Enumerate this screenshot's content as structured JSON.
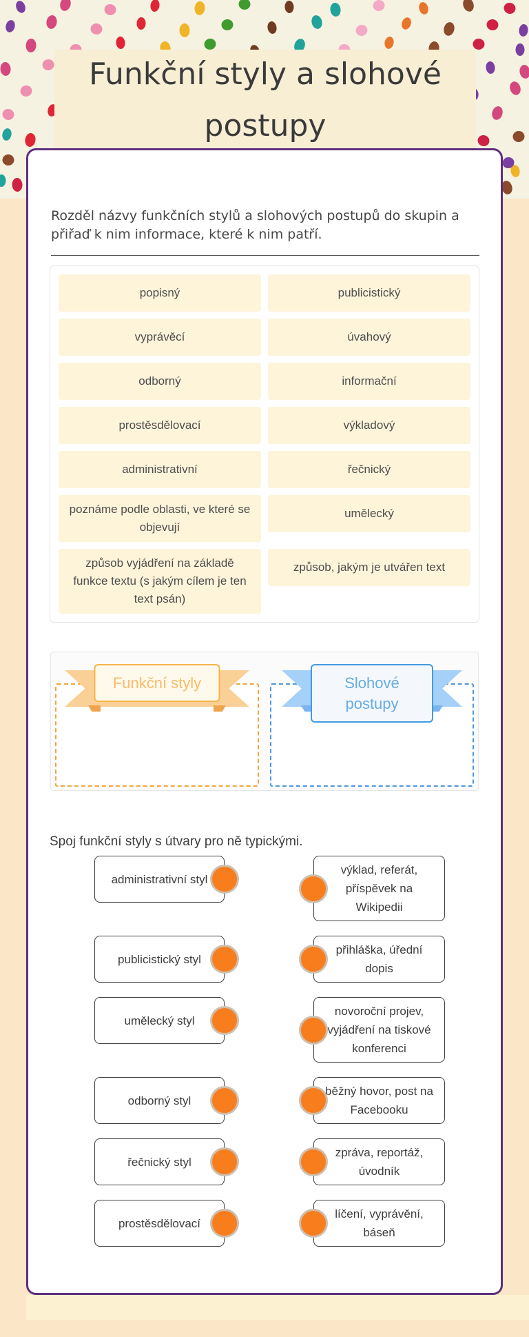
{
  "page": {
    "background_color": "#fbe7c7",
    "bottom_strip_color": "#fcf2d1"
  },
  "header": {
    "title_line1": "Funkční styly a slohové",
    "title_line2": "postupy",
    "band_background": "#f6f2e1",
    "title_panel_background": "#f8eed3",
    "title_color": "#3a3a3a",
    "confetti_colors": [
      "#e02537",
      "#8a4a2b",
      "#3f9b2e",
      "#7b3fa0",
      "#1fa39b",
      "#ef8fb0",
      "#e8762a",
      "#f0b429",
      "#cf2144",
      "#6f3b22",
      "#d4487e",
      "#f4aac6"
    ]
  },
  "card": {
    "border_color": "#5f2e7e",
    "background": "#ffffff"
  },
  "section1": {
    "instruction_line1": "Rozděl názvy funkčních stylů a slohových postupů do skupin a",
    "instruction_line2": "přiřaď k nim informace, které k nim patří.",
    "chip_background": "#fdf4da",
    "chips_rows": [
      {
        "left": "popisný",
        "right": "publicistický"
      },
      {
        "left": "vyprávěcí",
        "right": "úvahový"
      },
      {
        "left": "odborný",
        "right": "informační"
      },
      {
        "left": "prostěsdělovací",
        "right": "výkladový"
      },
      {
        "left": "administrativní",
        "right": "řečnický"
      },
      {
        "left": "poznáme podle oblasti, ve které se objevují",
        "right": "umělecký"
      },
      {
        "left": "způsob vyjádření na základě funkce textu (s jakým cílem je ten text psán)",
        "right": "způsob, jakým je utvářen text"
      }
    ],
    "groups": [
      {
        "label": "Funkční styly",
        "accent": "#f5b54a",
        "dashed_border": "#f0a63d"
      },
      {
        "label": "Slohové postupy",
        "accent": "#449ae0",
        "dashed_border": "#4f97d9"
      }
    ]
  },
  "section2": {
    "prompt": "Spoj funkční styly s útvary pro ně typickými.",
    "connector_color": "#f87d1d",
    "match_rows": [
      {
        "left": "administrativní styl",
        "right": "výklad, referát, příspěvek na Wikipedii"
      },
      {
        "left": "publicistický styl",
        "right": "přihláška, úřední dopis"
      },
      {
        "left": "umělecký styl",
        "right": "novoroční projev, vyjádření na tiskové konferenci"
      },
      {
        "left": "odborný styl",
        "right": "běžný hovor, post na Facebooku"
      },
      {
        "left": "řečnický styl",
        "right": "zpráva, reportáž, úvodník"
      },
      {
        "left": "prostěsdělovací",
        "right": "líčení, vyprávění, báseň"
      }
    ]
  }
}
